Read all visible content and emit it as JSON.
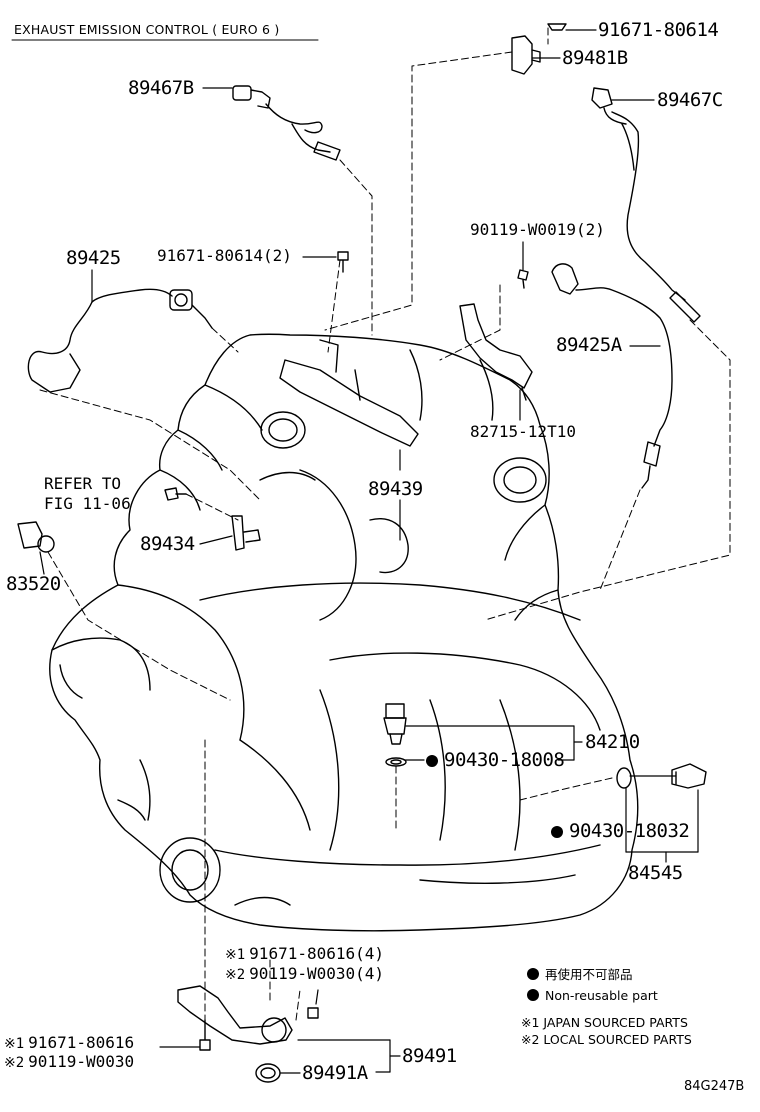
{
  "title": "EXHAUST EMISSION CONTROL ( EURO 6 )",
  "diagram_code": "84G247B",
  "labels": {
    "p1": "91671-80614",
    "p2": "89481B",
    "p3": "89467B",
    "p4": "89467C",
    "p5": "90119-W0019(2)",
    "p6": "89425",
    "p7": "91671-80614(2)",
    "p8": "89425A",
    "p9": "82715-12T10",
    "p10": "89439",
    "p11a": "REFER TO",
    "p11b": "FIG 11-06",
    "p12": "89434",
    "p13": "83520",
    "p14": "84210",
    "p15": "90430-18008",
    "p16": "90430-18032",
    "p17": "84545",
    "p18": "91671-80616(4)",
    "p19": "90119-W0030(4)",
    "p20": "91671-80616",
    "p21": "90119-W0030",
    "p22": "89491",
    "p23": "89491A"
  },
  "marks": {
    "m1": "※1",
    "m2": "※2"
  },
  "legend": {
    "non_reusable_jp": "再使用不可部品",
    "non_reusable_en": "Non-reusable part",
    "japan_sourced": "※1 JAPAN SOURCED PARTS",
    "local_sourced": "※2 LOCAL SOURCED PARTS"
  }
}
